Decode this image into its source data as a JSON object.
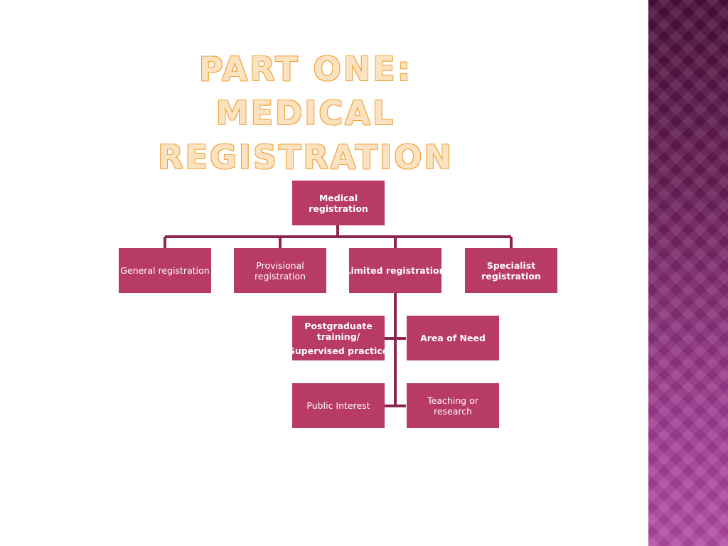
{
  "title": {
    "line1": "PART ONE: MEDICAL",
    "line2": "REGISTRATION"
  },
  "diagram": {
    "root": {
      "line1": "Medical",
      "line2": "registration"
    },
    "level1": {
      "general": "General registration",
      "provisional": {
        "line1": "Provisional",
        "line2": "registration"
      },
      "limited": "Limited registration",
      "specialist": {
        "line1": "Specialist",
        "line2": "registration"
      }
    },
    "limited_children": {
      "postgraduate": {
        "line1": "Postgraduate",
        "line2": "training/",
        "line3": "Supervised practice"
      },
      "area_of_need": "Area of Need",
      "public_interest": "Public Interest",
      "teaching": {
        "line1": "Teaching or",
        "line2": "research"
      }
    }
  },
  "colors": {
    "box_fill": "#b83a66",
    "connector": "#8e2550",
    "title_fill": "#fbe3c2",
    "title_outline": "#f2a33a",
    "side_band": "#7a2a6a"
  }
}
